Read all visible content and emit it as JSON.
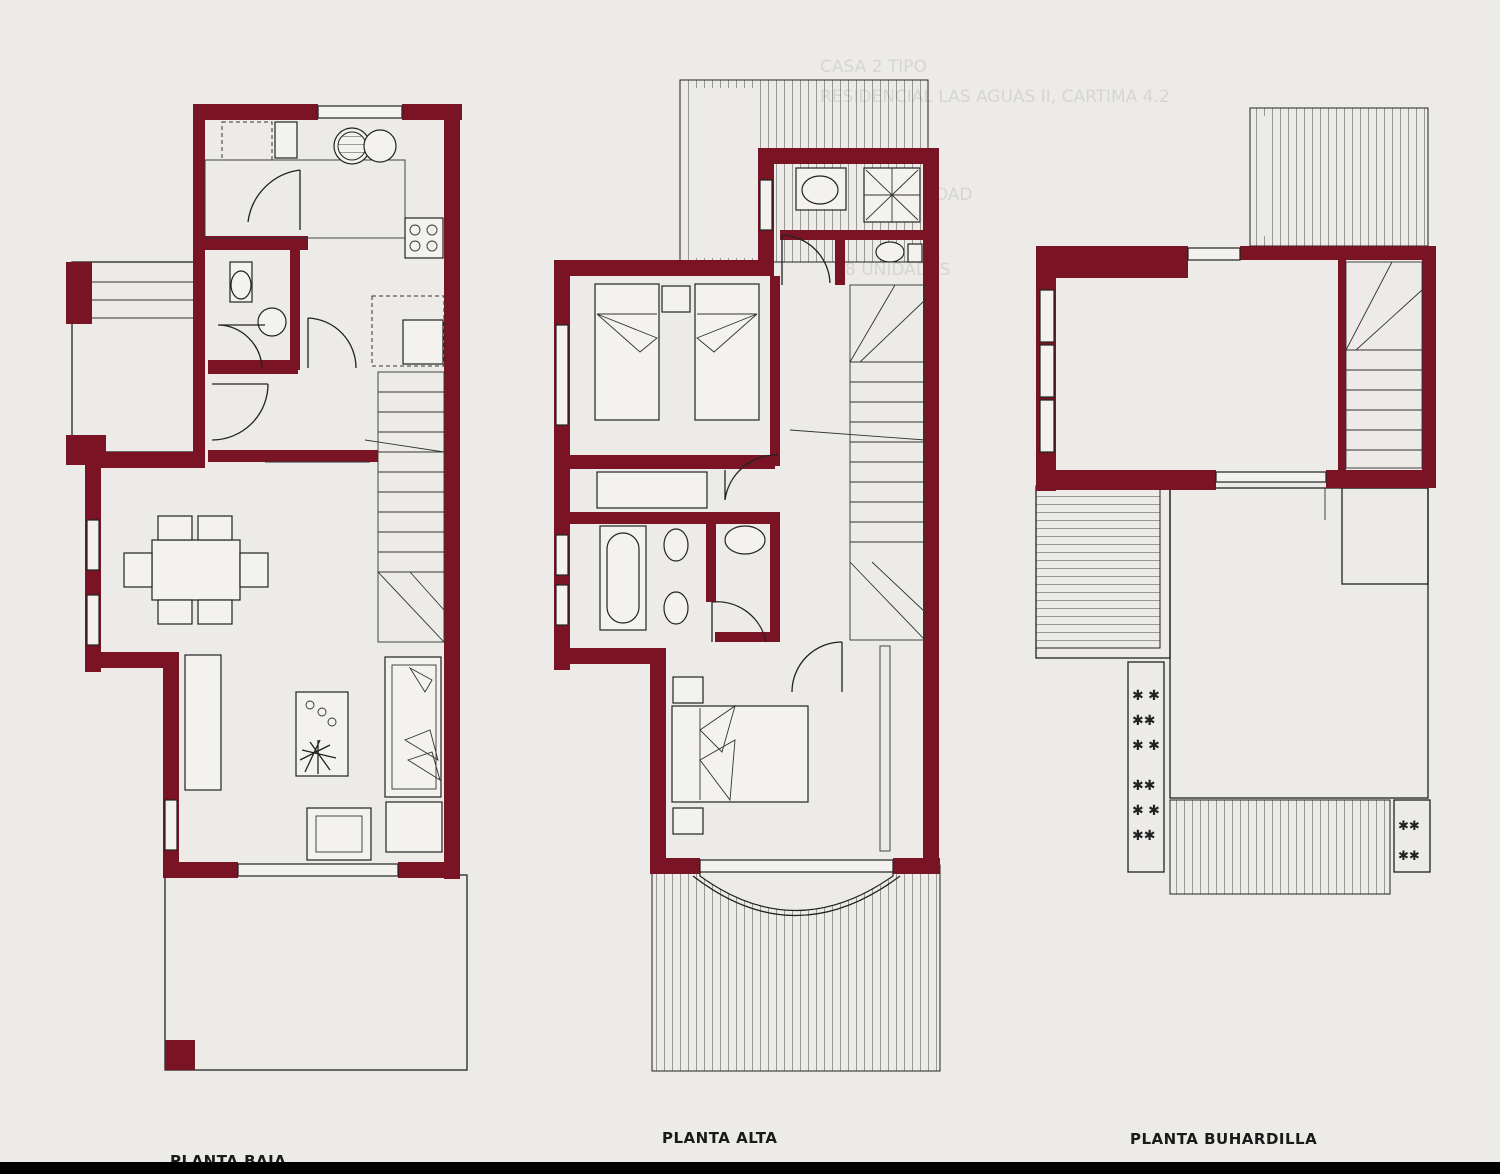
{
  "plans": {
    "ground": {
      "label": "PLANTA BAJA"
    },
    "upper": {
      "label": "PLANTA ALTA"
    },
    "attic": {
      "label": "PLANTA BUHARDILLA"
    }
  },
  "ghost_text": {
    "line1": "CASA 2 TIPO",
    "line2": "RESIDENCIAL LAS AGUAS II, CARTIMA 4.2",
    "line3": "DAD",
    "line4": "8 UNIDADES"
  },
  "colors": {
    "wall": "#7a1424",
    "line": "#222222",
    "paper": "#ecebe8"
  }
}
